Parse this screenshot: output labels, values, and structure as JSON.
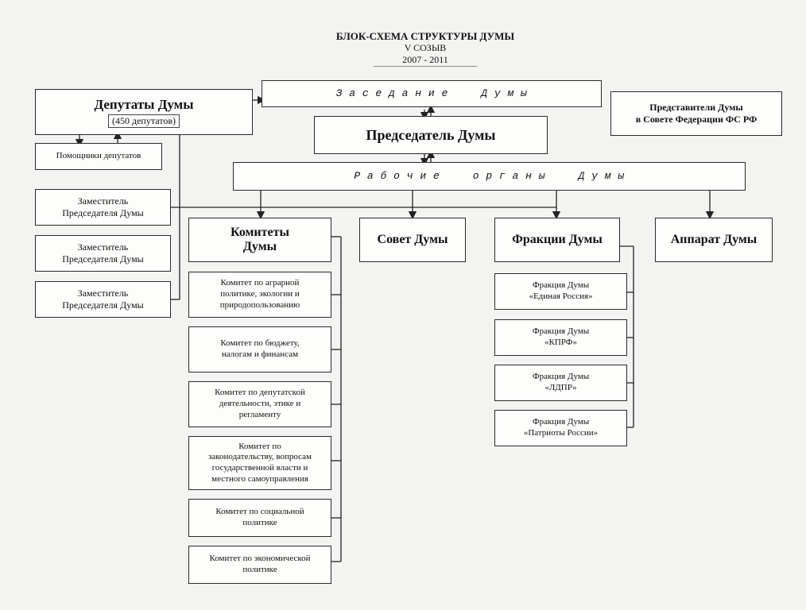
{
  "title": {
    "line1": "БЛОК-СХЕМА СТРУКТУРЫ ДУМЫ",
    "line2": "V СОЗЫВ",
    "line3": "2007 - 2011"
  },
  "nodes": {
    "session": "З а с е д а н и е     Д у м ы",
    "deputies": "Депутаты Думы",
    "deputies_count": "(450 депутатов)",
    "representatives": "Представители Думы\nв Совете Федерации ФС РФ",
    "chairman": "Председатель Думы",
    "assistants": "Помощники депутатов",
    "working_bodies": "Р а б о ч и е     о р г а н ы     Д у м ы",
    "deputy_chairs": [
      "Заместитель\nПредседателя Думы",
      "Заместитель\nПредседателя Думы",
      "Заместитель\nПредседателя Думы"
    ],
    "committees_header": "Комитеты\nДумы",
    "council": "Совет Думы",
    "factions_header": "Фракции Думы",
    "apparatus": "Аппарат Думы",
    "committees": [
      "Комитет по аграрной\nполитике, экологии и\nприродопользованию",
      "Комитет по бюджету,\nналогам и финансам",
      "Комитет по депутатской\nдеятельности, этике и\nрегламенту",
      "Комитет по\nзаконодательству, вопросам\nгосударственной власти и\nместного самоуправления",
      "Комитет по социальной\nполитике",
      "Комитет по экономической\nполитике"
    ],
    "factions": [
      "Фракция Думы\n«Единая Россия»",
      "Фракция Думы\n«КПРФ»",
      "Фракция Думы\n«ЛДПР»",
      "Фракция Думы\n«Патриоты России»"
    ]
  }
}
